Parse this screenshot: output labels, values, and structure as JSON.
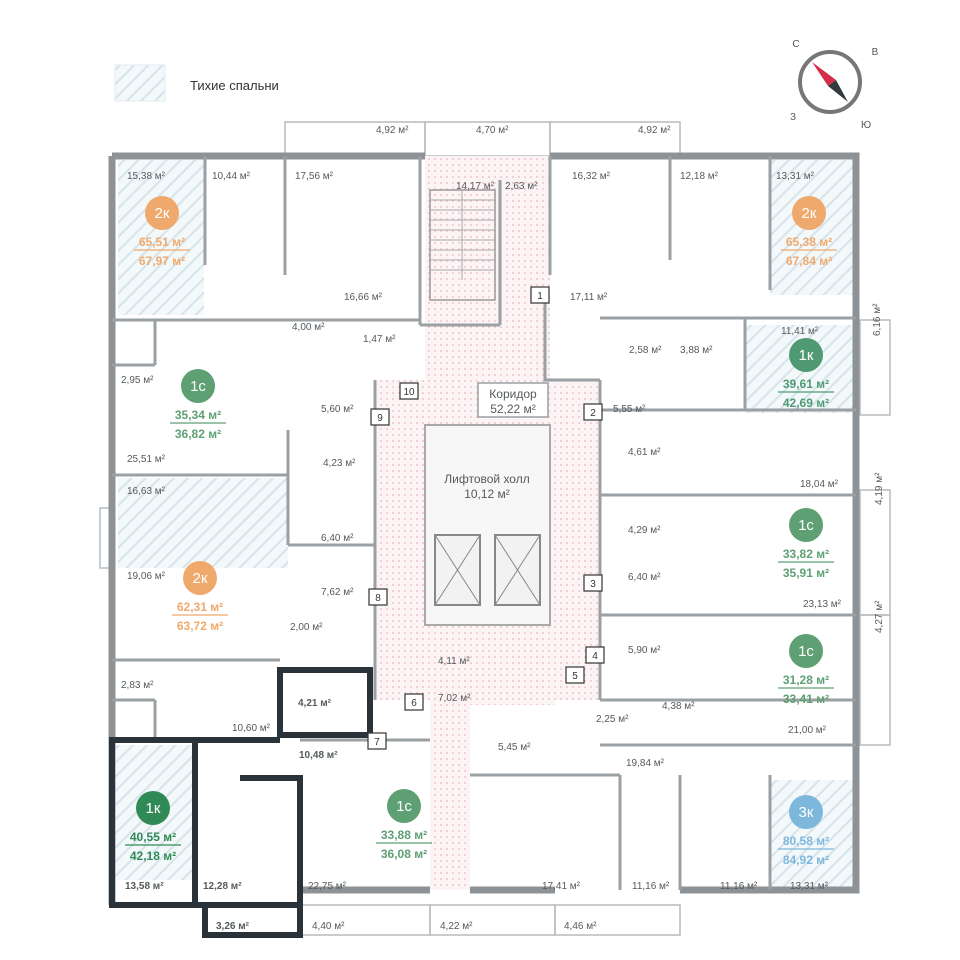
{
  "legend": {
    "label": "Тихие спальни"
  },
  "compass": {
    "n": "С",
    "e": "В",
    "s": "Ю",
    "w": "З"
  },
  "common": {
    "corridor_name": "Коридор",
    "corridor_area": "52,22 м²",
    "hall_name": "Лифтовой холл",
    "hall_area": "10,12 м²"
  },
  "colors": {
    "k2": "#f0a96c",
    "k1": "#4f9a73",
    "k1sel": "#2f8a56",
    "s1": "#5e9f73",
    "k3": "#7eb7dc",
    "wall": "#8c9295",
    "selected_outline": "#2b333a",
    "corridor": "#f7eaec",
    "hatch": "#d9e6ec"
  },
  "apartments": [
    {
      "tag": "2к",
      "total": "65,51 м²",
      "gross": "67,97 м²",
      "color": "k2"
    },
    {
      "tag": "2к",
      "total": "65,38 м²",
      "gross": "67,84 м²",
      "color": "k2"
    },
    {
      "tag": "1с",
      "total": "35,34 м²",
      "gross": "36,82 м²",
      "color": "s1"
    },
    {
      "tag": "1к",
      "total": "39,61 м²",
      "gross": "42,69 м²",
      "color": "k1"
    },
    {
      "tag": "2к",
      "total": "62,31 м²",
      "gross": "63,72 м²",
      "color": "k2"
    },
    {
      "tag": "1с",
      "total": "33,82 м²",
      "gross": "35,91 м²",
      "color": "s1"
    },
    {
      "tag": "1с",
      "total": "31,28 м²",
      "gross": "33,41 м²",
      "color": "s1"
    },
    {
      "tag": "1к",
      "total": "40,55 м²",
      "gross": "42,18 м²",
      "color": "k1sel"
    },
    {
      "tag": "1с",
      "total": "33,88 м²",
      "gross": "36,08 м²",
      "color": "s1"
    },
    {
      "tag": "3к",
      "total": "80,58 м²",
      "gross": "84,92 м²",
      "color": "k3"
    }
  ],
  "room_labels": [
    "4,92 м²",
    "4,70 м²",
    "4,92 м²",
    "15,38 м²",
    "10,44 м²",
    "17,56 м²",
    "14,17 м²",
    "2,63 м²",
    "16,32 м²",
    "12,18 м²",
    "13,31 м²",
    "16,66 м²",
    "17,11 м²",
    "4,00 м²",
    "1,47 м²",
    "2,58 м²",
    "3,88 м²",
    "11,41 м²",
    "6,16 м²",
    "2,95 м²",
    "5,60 м²",
    "5,55 м²",
    "25,51 м²",
    "4,23 м²",
    "4,61 м²",
    "18,04 м²",
    "16,63 м²",
    "4,29 м²",
    "4,19 м²",
    "6,40 м²",
    "6,40 м²",
    "19,06 м²",
    "23,13 м²",
    "7,62 м²",
    "2,00 м²",
    "4,27 м²",
    "4,11 м²",
    "5,90 м²",
    "2,83 м²",
    "4,21 м²",
    "7,02 м²",
    "4,38 м²",
    "2,25 м²",
    "10,60 м²",
    "21,00 м²",
    "10,48 м²",
    "5,45 м²",
    "19,84 м²",
    "13,58 м²",
    "12,28 м²",
    "22,75 м²",
    "17,41 м²",
    "11,16 м²",
    "11,16 м²",
    "13,31 м²",
    "3,26 м²",
    "4,40 м²",
    "4,22 м²",
    "4,46 м²"
  ],
  "door_numbers": [
    "1",
    "2",
    "3",
    "4",
    "5",
    "6",
    "7",
    "8",
    "9",
    "10"
  ]
}
